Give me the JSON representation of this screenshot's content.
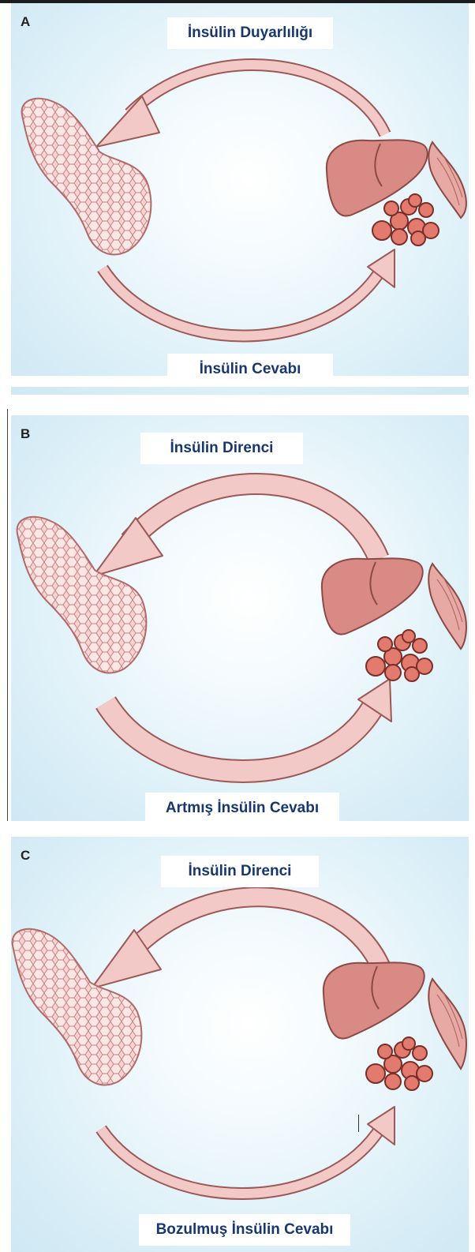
{
  "panels": [
    {
      "letter": "A",
      "top_label": "İnsülin Duyarlılığı",
      "bottom_label": "İnsülin Cevabı"
    },
    {
      "letter": "B",
      "top_label": "İnsülin Direnci",
      "bottom_label": "Artmış İnsülin Cevabı"
    },
    {
      "letter": "C",
      "top_label": "İnsülin Direnci",
      "bottom_label": "Bozulmuş İnsülin Cevabı"
    }
  ],
  "colors": {
    "background_edge": "#cfe8f3",
    "arrow_fill": "#f2c9c6",
    "arrow_stroke": "#9a5a57",
    "organ_fill": "#d98a84",
    "organ_stroke": "#8a4a46",
    "pancreas_fill": "#f4cfcf",
    "label_text": "#17376e"
  },
  "icons": [
    "pancreas-icon",
    "liver-icon",
    "adipose-icon",
    "muscle-icon"
  ]
}
